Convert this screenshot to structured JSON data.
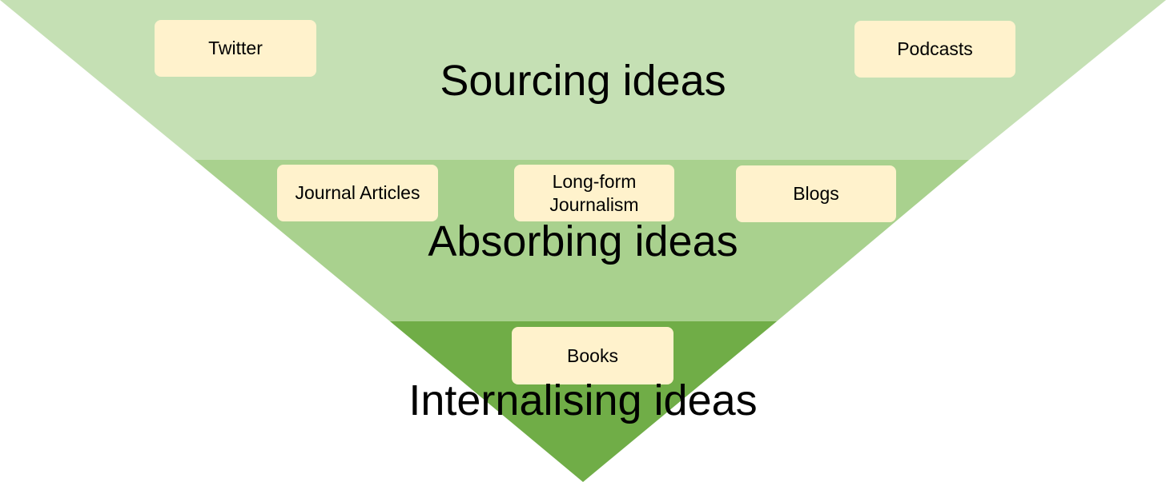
{
  "funnel": {
    "bands": [
      {
        "label": "Sourcing ideas",
        "color": "#c5e0b4"
      },
      {
        "label": "Absorbing ideas",
        "color": "#a9d18e"
      },
      {
        "label": "Internalising ideas",
        "color": "#70ad47"
      }
    ]
  },
  "sources": {
    "twitter": "Twitter",
    "podcasts": "Podcasts",
    "journal_articles": "Journal Articles",
    "long_form_journalism": "Long-form\nJournalism",
    "blogs": "Blogs",
    "books": "Books"
  },
  "colors": {
    "box_fill": "#fff2cc",
    "text": "#000000"
  }
}
